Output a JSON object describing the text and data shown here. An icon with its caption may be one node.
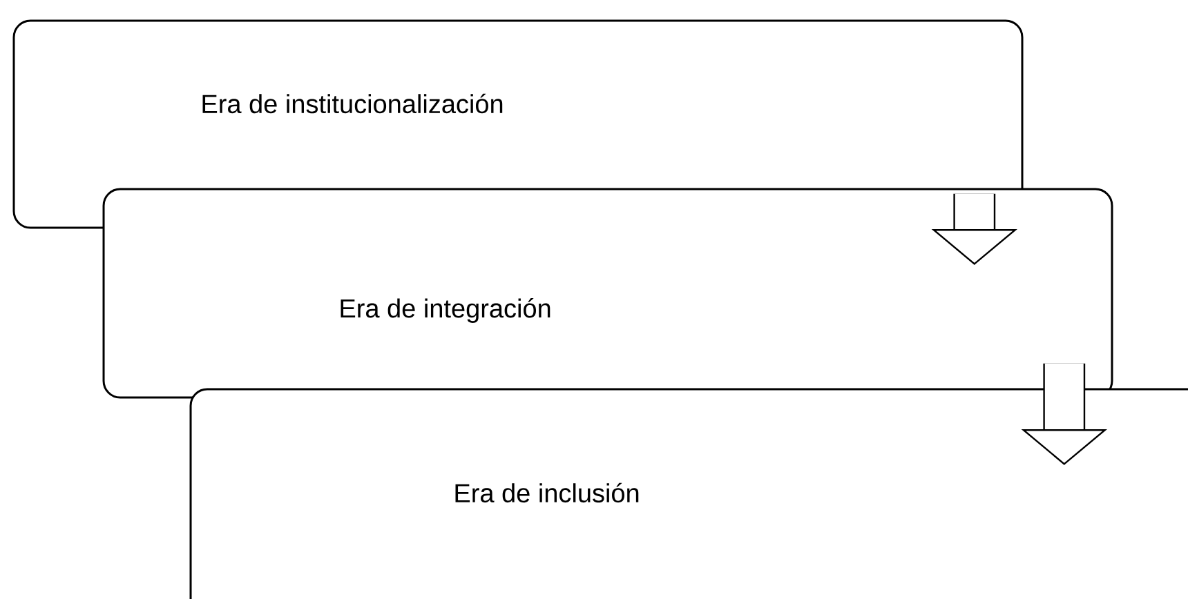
{
  "diagram": {
    "nodes": [
      {
        "text": [
          "Era de institucionalización"
        ]
      },
      {
        "text": [
          "Era de integración"
        ]
      },
      {
        "text": [
          "Era de inclusión"
        ]
      }
    ],
    "edges": [
      {
        "from": 0,
        "to": 1,
        "arrow": "to"
      },
      {
        "from": 1,
        "to": 2,
        "arrow": "to"
      }
    ]
  }
}
